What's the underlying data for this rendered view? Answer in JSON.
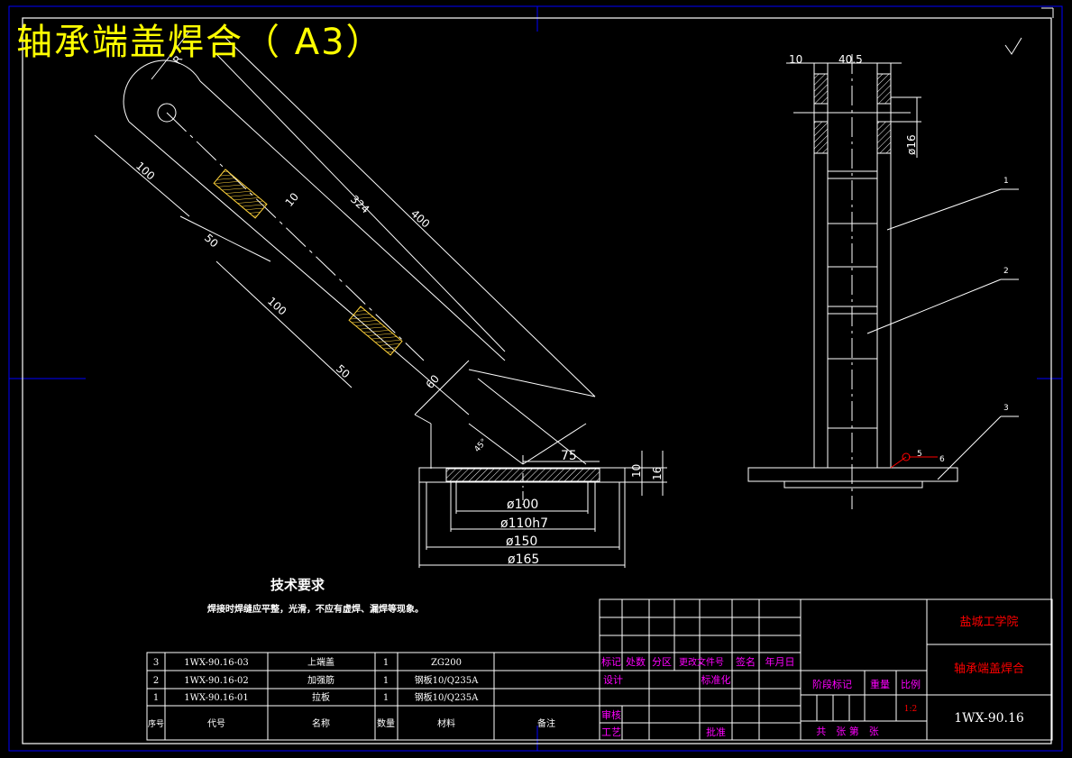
{
  "title": "轴承端盖焊合（ A3）",
  "colors": {
    "background": "#000000",
    "line": "#ffffff",
    "title": "#ffff00",
    "frame": "#0000ff",
    "magenta": "#ff00ff",
    "red": "#ff0000"
  },
  "left_view_dims": {
    "radius": "R",
    "d100a": "100",
    "d50a": "50",
    "d10": "10",
    "d324": "324",
    "d400": "400",
    "d100b": "100",
    "d50b": "50",
    "d60": "60",
    "d45": "45°",
    "d75": "75",
    "d10b": "10",
    "d16": "16",
    "phi100": "ø100",
    "phi110": "ø110h7",
    "phi150": "ø150",
    "phi165": "ø165"
  },
  "right_view_dims": {
    "d10": "10",
    "d40_5": "40.5",
    "phi16": "ø16",
    "callout1": "1",
    "callout2": "2",
    "callout3": "3",
    "weld5": "5",
    "weld6": "6"
  },
  "tech": {
    "title": "技术要求",
    "note": "焊接时焊缝应平整，光滑，不应有虚焊、漏焊等现象。"
  },
  "bom": {
    "rows": [
      {
        "no": "3",
        "code": "1WX-90.16-03",
        "name": "上端盖",
        "qty": "1",
        "material": "ZG200",
        "remark": ""
      },
      {
        "no": "2",
        "code": "1WX-90.16-02",
        "name": "加强筋",
        "qty": "1",
        "material": "钢板10/Q235A",
        "remark": ""
      },
      {
        "no": "1",
        "code": "1WX-90.16-01",
        "name": "拉板",
        "qty": "1",
        "material": "钢板10/Q235A",
        "remark": ""
      }
    ],
    "header": {
      "no": "序号",
      "code": "代号",
      "name": "名称",
      "qty": "数量",
      "material": "材料",
      "remark": "备注"
    }
  },
  "title_block": {
    "school": "盐城工学院",
    "drawing_name": "轴承端盖焊合",
    "drawing_no": "1WX-90.16",
    "mark": "标记",
    "count": "处数",
    "zone": "分区",
    "change_doc": "更改文件号",
    "sign": "签名",
    "date": "年月日",
    "design": "设计",
    "standardize": "标准化",
    "check": "审核",
    "process": "工艺",
    "approve": "批准",
    "stage_mark": "阶段标记",
    "weight": "重量",
    "scale": "比例",
    "scale_value": "1:2",
    "sheets": "共　张 第　张"
  }
}
